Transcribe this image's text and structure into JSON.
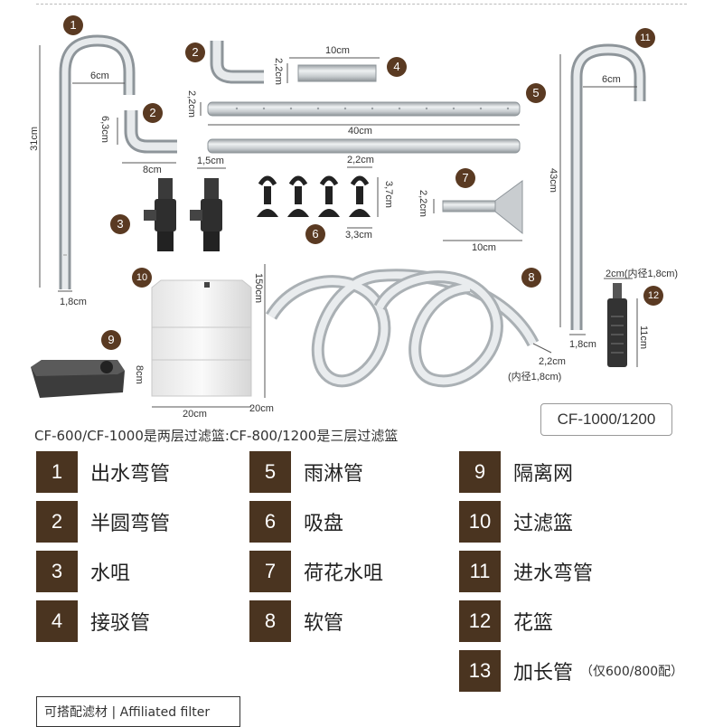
{
  "diagram": {
    "badges": [
      "1",
      "2",
      "2",
      "4",
      "5",
      "3",
      "6",
      "7",
      "8",
      "9",
      "10",
      "11",
      "12"
    ],
    "dims": {
      "d1_w": "6cm",
      "d1_h": "31cm",
      "d1_d": "1,8cm",
      "d2a_h": "6,3cm",
      "d2a_w": "8cm",
      "d4_w": "10cm",
      "d4_h": "2,2cm",
      "d5_h": "2,2cm",
      "d5_w": "40cm",
      "d3_w": "1,5cm",
      "d6_w": "2,2cm",
      "d6_h": "3,7cm",
      "d6_d": "3,3cm",
      "d7_h": "2,2cm",
      "d7_w": "10cm",
      "d10_h": "150cm",
      "d10_w1": "20cm",
      "d10_w2": "20cm",
      "d10_side": "8cm",
      "d8_d": "2,2cm",
      "d8_inner": "(内径1,8cm)",
      "d11_w": "6cm",
      "d11_h": "43cm",
      "d11_d": "1,8cm",
      "d12_top": "2cm(内径1,8cm)",
      "d12_h": "11cm"
    },
    "model": "CF-1000/1200",
    "note": "CF-600/CF-1000是两层过滤篮:CF-800/1200是三层过滤篮"
  },
  "legend": [
    {
      "num": "1",
      "label": "出水弯管"
    },
    {
      "num": "2",
      "label": "半圆弯管"
    },
    {
      "num": "3",
      "label": "水咀"
    },
    {
      "num": "4",
      "label": "接驳管"
    },
    {
      "num": "5",
      "label": "雨淋管"
    },
    {
      "num": "6",
      "label": "吸盘"
    },
    {
      "num": "7",
      "label": "荷花水咀"
    },
    {
      "num": "8",
      "label": "软管"
    },
    {
      "num": "9",
      "label": "隔离网"
    },
    {
      "num": "10",
      "label": "过滤篮"
    },
    {
      "num": "11",
      "label": "进水弯管"
    },
    {
      "num": "12",
      "label": "花篮"
    },
    {
      "num": "13",
      "label": "加长管",
      "note": "（仅600/800配）"
    }
  ],
  "footer": "可搭配滤材 | Affiliated filter",
  "colors": {
    "badge": "#5a3a22",
    "legend_box": "#4a3420"
  }
}
